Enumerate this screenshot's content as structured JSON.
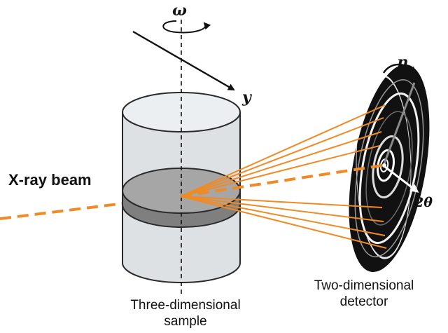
{
  "labels": {
    "xray_beam": "X-ray beam",
    "sample": [
      "Three-dimensional",
      "sample"
    ],
    "detector": [
      "Two-dimensional",
      "detector"
    ],
    "omega": "ω",
    "y": "y",
    "eta": "η",
    "two_theta": "2θ"
  },
  "colors": {
    "beam": "#f08a24",
    "cylinder_fill": "#dde1e4",
    "cylinder_stroke": "#2a2a2a",
    "slab": "#8e8e8e",
    "detector_bg": "#111111",
    "arrow": "#111111"
  },
  "icons": [
    "rotation-arrow-icon",
    "direction-arrow-icon"
  ]
}
